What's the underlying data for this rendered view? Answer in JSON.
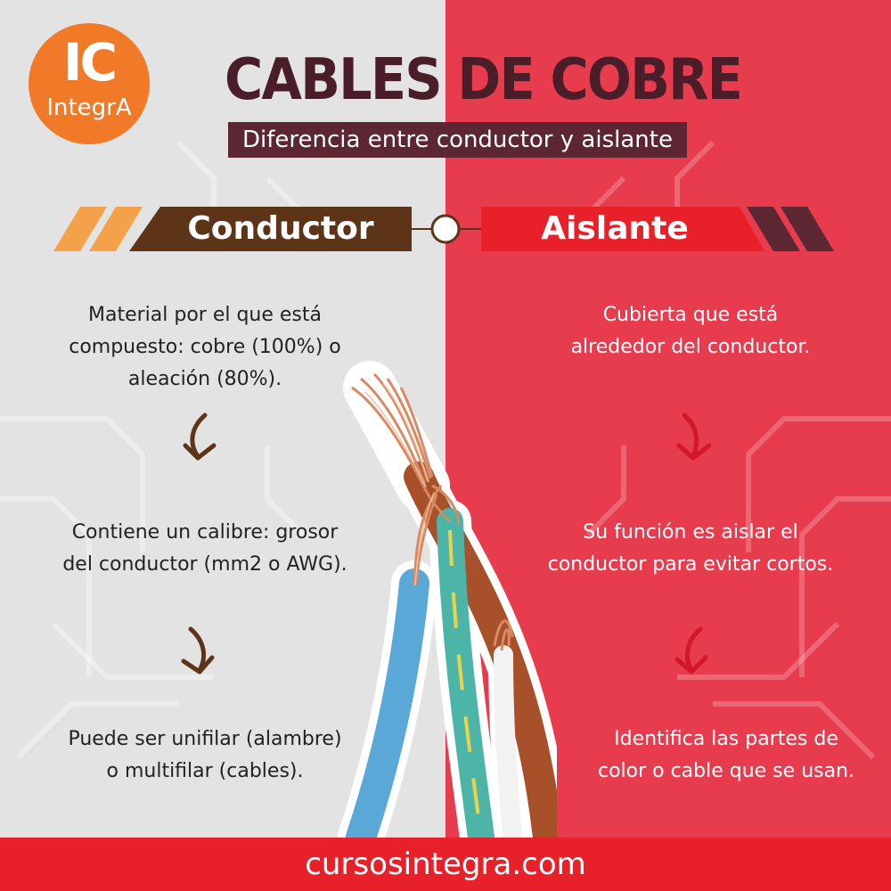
{
  "logo": {
    "mark": "IC",
    "text": "IntegrA"
  },
  "header": {
    "title": "CABLES DE COBRE",
    "subtitle": "Diferencia entre conductor y aislante"
  },
  "columns": {
    "left": {
      "heading": "Conductor",
      "items": [
        [
          "Material por el que está",
          "compuesto: cobre (100%) o",
          "aleación (80%)."
        ],
        [
          "Contiene un calibre: grosor",
          "del conductor (mm2 o AWG)."
        ],
        [
          "Puede ser unifilar (alambre)",
          "o multifilar (cables)."
        ]
      ]
    },
    "right": {
      "heading": "Aislante",
      "items": [
        [
          "Cubierta que está",
          "alrededor del conductor."
        ],
        [
          "Su función es aislar el",
          "conductor para evitar cortos."
        ],
        [
          "Identifica las partes de",
          "color o cable que se usan."
        ]
      ]
    }
  },
  "footer": {
    "url": "cursosintegra.com"
  },
  "colors": {
    "left_bg": "#e3e3e4",
    "right_bg": "#e73c4e",
    "title": "#4a1e29",
    "subtitle_bg": "#5c2633",
    "conductor_band": "#5e3418",
    "aislante_band": "#e8202a",
    "logo": "#f07a28",
    "footer": "#e8202a",
    "arrow_left": "#5e3418",
    "arrow_right": "#d01828"
  },
  "icons": [
    "logo-badge",
    "curved-arrow-icon",
    "connector-ring-icon",
    "copper-cables-illustration"
  ]
}
